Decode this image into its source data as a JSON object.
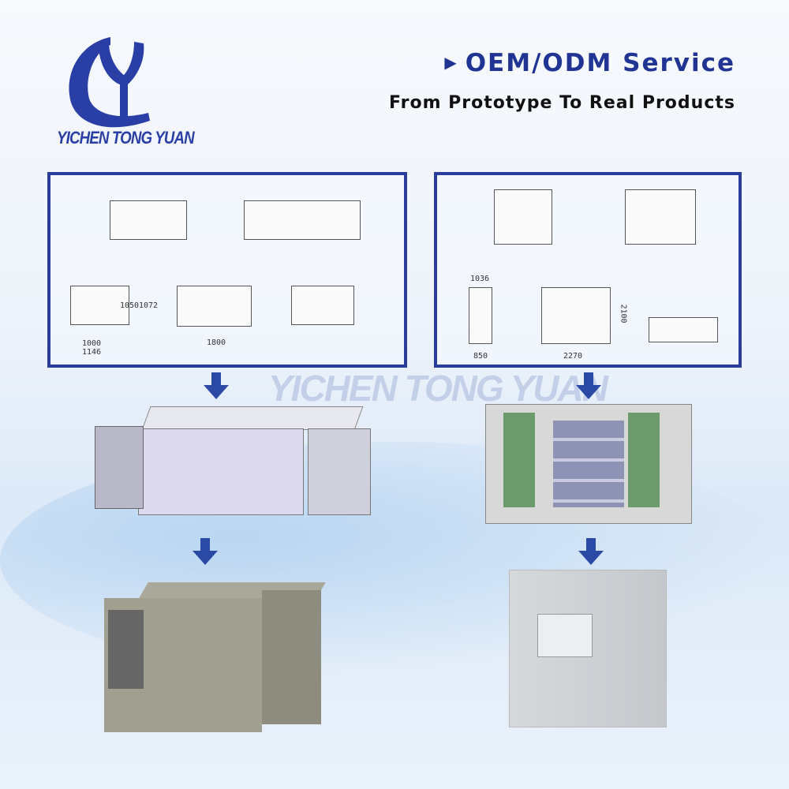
{
  "brand": {
    "name": "YICHEN TONG YUAN",
    "watermark": "YICHEN TONG YUAN",
    "color": "#2b3d9a"
  },
  "header": {
    "title": "OEM/ODM Service",
    "title_icon": "play-triangle-icon",
    "subtitle": "From Prototype To Real Products"
  },
  "left_panel": {
    "dimensions": [
      "1050",
      "1072",
      "1000",
      "1146",
      "1800"
    ]
  },
  "right_panel": {
    "dimensions": [
      "1036",
      "850",
      "2270",
      "2100"
    ]
  }
}
